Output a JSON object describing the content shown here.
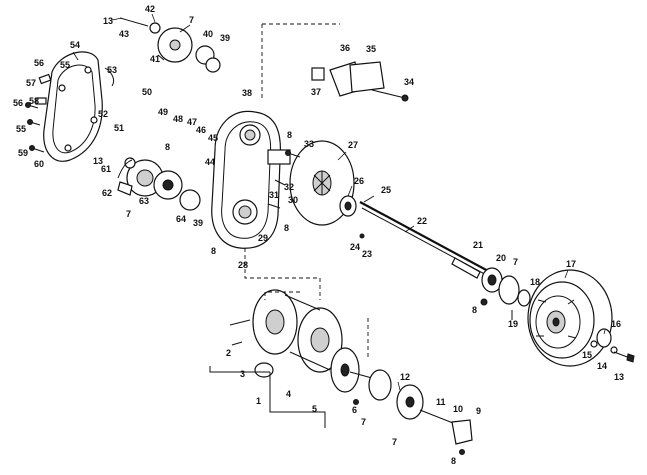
{
  "diagram": {
    "part_numbers": [
      "1",
      "2",
      "3",
      "4",
      "5",
      "6",
      "7",
      "8",
      "9",
      "10",
      "11",
      "12",
      "13",
      "14",
      "15",
      "16",
      "17",
      "18",
      "19",
      "20",
      "21",
      "22",
      "23",
      "24",
      "25",
      "26",
      "27",
      "28",
      "29",
      "30",
      "31",
      "32",
      "33",
      "34",
      "35",
      "36",
      "37",
      "38",
      "39",
      "40",
      "41",
      "42",
      "43",
      "44",
      "45",
      "46",
      "47",
      "48",
      "49",
      "50",
      "51",
      "52",
      "53",
      "54",
      "55",
      "56",
      "57",
      "58",
      "59",
      "60",
      "61",
      "62",
      "63",
      "64"
    ],
    "colors": {
      "line": "#111111",
      "background": "#ffffff",
      "shade": "#cfcfcf"
    }
  }
}
